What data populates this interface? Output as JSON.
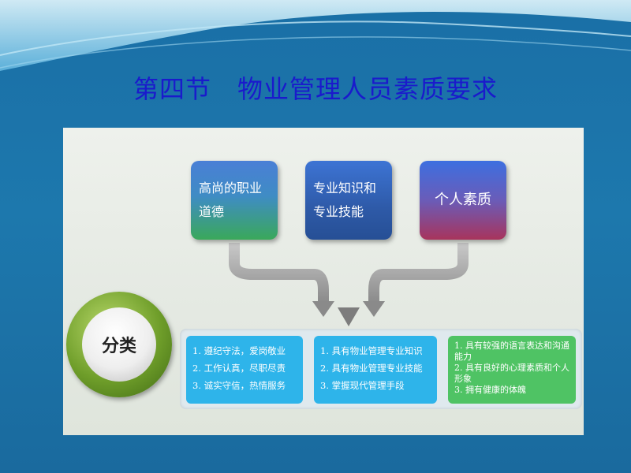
{
  "title": "第四节　物业管理人员素质要求",
  "diagram": {
    "cards": [
      {
        "lines": [
          "高尚的职业",
          "道德"
        ]
      },
      {
        "lines": [
          "专业知识和",
          "专业技能"
        ]
      },
      {
        "lines": [
          "个人素质"
        ]
      }
    ],
    "category_label": "分类",
    "lists": [
      {
        "items": [
          "1. 遵纪守法，爱岗敬业",
          "2. 工作认真，尽职尽责",
          "3. 诚实守信，热情服务"
        ]
      },
      {
        "items": [
          "1. 具有物业管理专业知识",
          "2. 具有物业管理专业技能",
          "3. 掌握现代管理手段"
        ]
      },
      {
        "items": [
          "1. 具有较强的语言表达和沟通能力",
          "2. 具有良好的心理素质和个人形象",
          "3. 拥有健康的体魄"
        ]
      }
    ],
    "colors": {
      "title": "#1a1acc",
      "list_blue": "#2eb4ea",
      "list_green": "#4fc364",
      "circle_ring": "#6f9e2a"
    }
  }
}
